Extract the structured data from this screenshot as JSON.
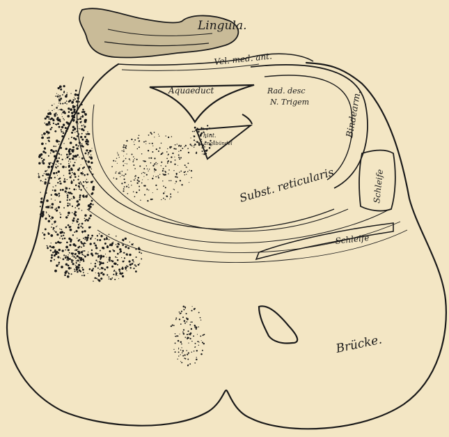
{
  "figure": {
    "background_color": "#f3e6c4",
    "ink_color": "#1a1a1a",
    "labels": {
      "lingula": "Lingula.",
      "vel_med_ant": "Vel. med. ant.",
      "aquaeduct": "Aquaeduct",
      "rad_desc": "Rad. desc",
      "n_trigem": "N. Trigem",
      "hint_1": "hint.",
      "hint_2": "Längsbündel",
      "bindearm": "Bindearm.",
      "subst_reticularis": "Subst. reticularis",
      "schleife_lateral": "Schleife",
      "schleife_medial": "Schleife",
      "bruecke": "Brücke."
    }
  }
}
